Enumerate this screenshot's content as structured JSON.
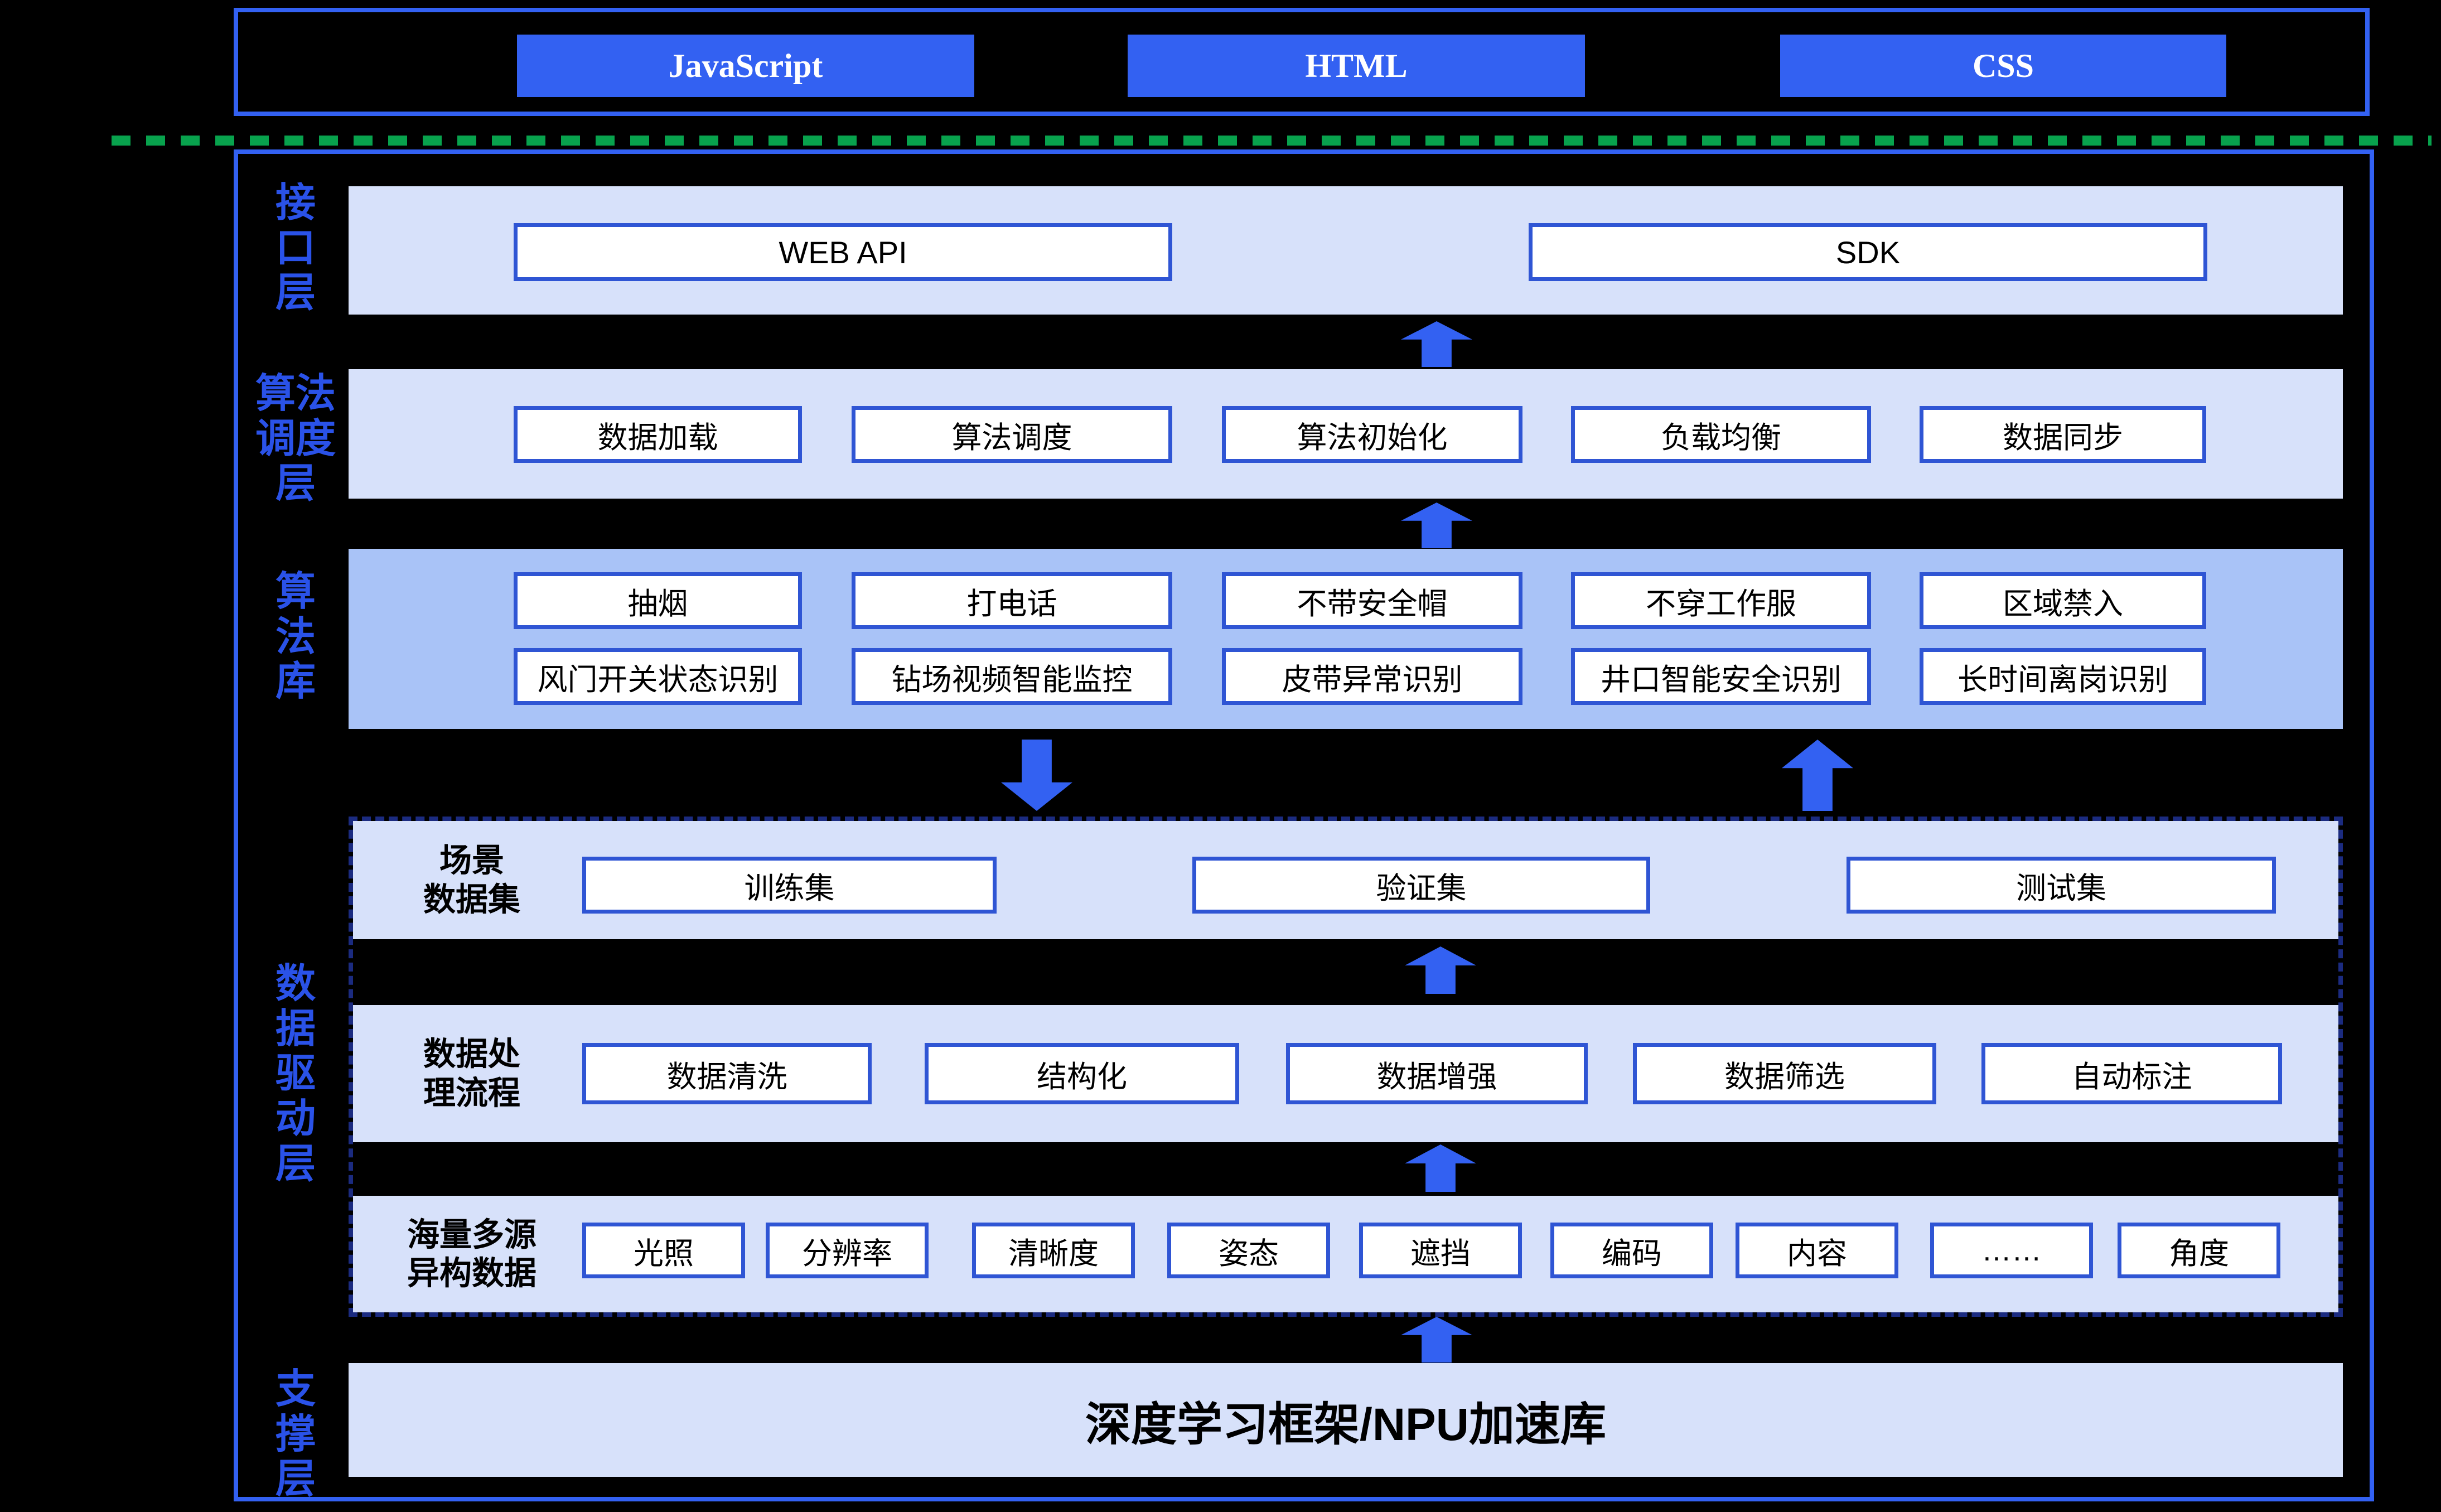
{
  "colors": {
    "accent_blue": "#3361F2",
    "box_border_blue": "#2F55D4",
    "label_blue": "#2A52E8",
    "light_band": "#D7E1FA",
    "medium_band": "#A9C3F7",
    "dashed_navy": "#1B2B80",
    "divider_green": "#08A24D",
    "background": "#000000"
  },
  "top_bar": {
    "buttons": [
      "JavaScript",
      "HTML",
      "CSS"
    ]
  },
  "layers": {
    "interface": {
      "label": "接\n口\n层",
      "items": [
        "WEB API",
        "SDK"
      ]
    },
    "scheduling": {
      "label": "算法\n调度\n层",
      "items": [
        "数据加载",
        "算法调度",
        "算法初始化",
        "负载均衡",
        "数据同步"
      ]
    },
    "algorithm_library": {
      "label": "算\n法\n库",
      "row1": [
        "抽烟",
        "打电话",
        "不带安全帽",
        "不穿工作服",
        "区域禁入"
      ],
      "row2": [
        "风门开关状态识别",
        "钻场视频智能监控",
        "皮带异常识别",
        "井口智能安全识别",
        "长时间离岗识别"
      ]
    },
    "data_driven": {
      "label": "数\n据\n驱\n动\n层",
      "scene_dataset": {
        "label": "场景\n数据集",
        "items": [
          "训练集",
          "验证集",
          "测试集"
        ]
      },
      "processing": {
        "label": "数据处\n理流程",
        "items": [
          "数据清洗",
          "结构化",
          "数据增强",
          "数据筛选",
          "自动标注"
        ]
      },
      "massive_data": {
        "label": "海量多源\n异构数据",
        "items": [
          "光照",
          "分辨率",
          "清晰度",
          "姿态",
          "遮挡",
          "编码",
          "内容",
          "……",
          "角度"
        ]
      }
    },
    "support": {
      "label": "支\n撑\n层",
      "item": "深度学习框架/NPU加速库"
    }
  }
}
